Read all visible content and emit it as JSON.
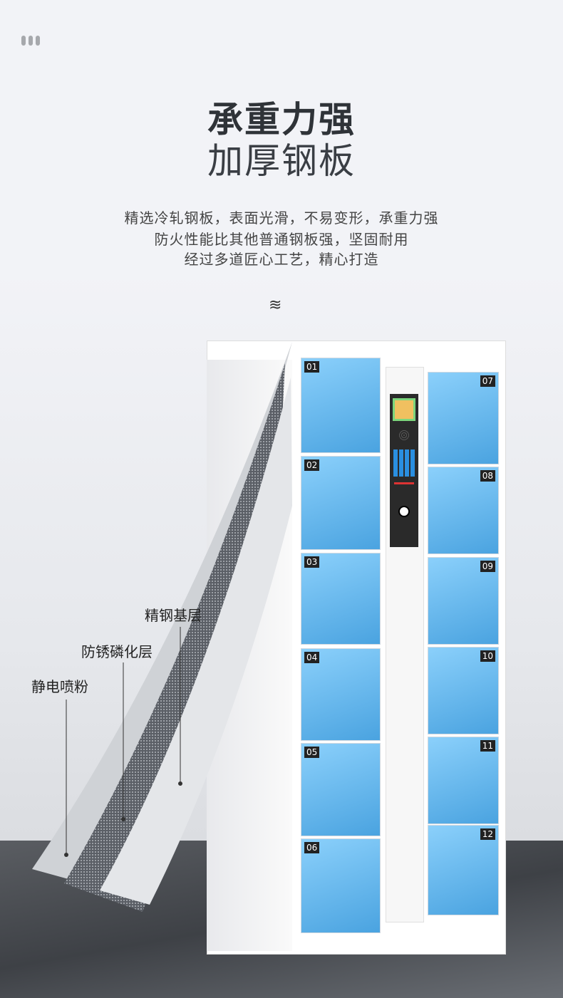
{
  "header": {
    "title": "承重力强",
    "subtitle": "加厚钢板"
  },
  "description": [
    "精选冷轧钢板，表面光滑，不易变形，承重力强",
    "防火性能比其他普通钢板强，坚固耐用",
    "经过多道匠心工艺，精心打造"
  ],
  "locker": {
    "left_doors": [
      "01",
      "02",
      "03",
      "04",
      "05",
      "06"
    ],
    "right_doors": [
      "07",
      "08",
      "09",
      "10",
      "11",
      "12"
    ]
  },
  "layers": [
    "精钢基层",
    "防锈磷化层",
    "静电喷粉"
  ],
  "colors": {
    "door": "#5fb6ee",
    "background": "#f2f3f7"
  }
}
